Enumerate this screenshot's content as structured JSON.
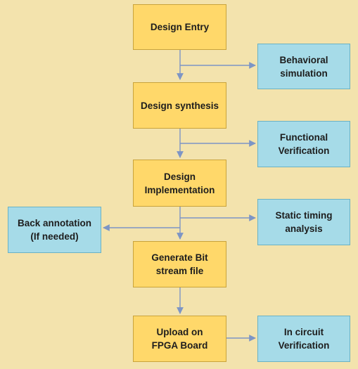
{
  "diagram": {
    "steps": [
      {
        "label": "Design Entry"
      },
      {
        "label": "Design synthesis"
      },
      {
        "label": "Design\nImplementation"
      },
      {
        "label": "Generate Bit\nstream file"
      },
      {
        "label": "Upload on\nFPGA Board"
      }
    ],
    "branches": [
      {
        "label": "Behavioral\nsimulation"
      },
      {
        "label": "Functional\nVerification"
      },
      {
        "label": "Static timing\nanalysis"
      },
      {
        "label": "Back annotation\n(If needed)"
      },
      {
        "label": "In circuit\nVerification"
      }
    ],
    "colors": {
      "background": "#f3e3ad",
      "step_fill": "#ffd86a",
      "branch_fill": "#a6dbe8",
      "arrow": "#7d95c5"
    }
  }
}
